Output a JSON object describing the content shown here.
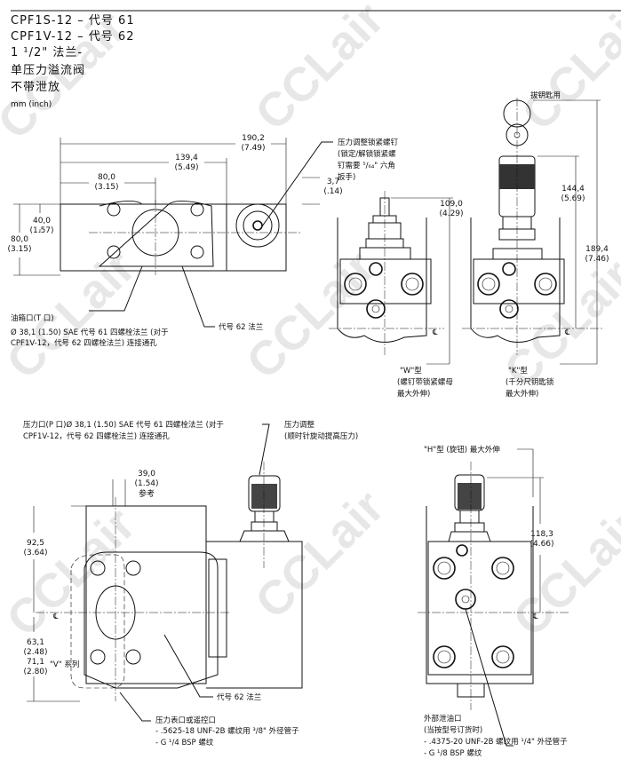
{
  "title": {
    "line1": "CPF1S-12 –  代号  61",
    "line2": "CPF1V-12 –  代号  62",
    "line3": "1 ¹/2\" 法兰-",
    "line4": "单压力溢流阀",
    "line5": "不带泄放",
    "units": "mm (inch)"
  },
  "watermark": "CCLair",
  "top_view": {
    "dim_190": "190,2",
    "dim_190_in": "(7.49)",
    "dim_139": "139,4",
    "dim_139_in": "(5.49)",
    "dim_80w": "80,0",
    "dim_80w_in": "(3.15)",
    "dim_40": "40,0",
    "dim_40_in": "(1.57)",
    "dim_80h": "80,0",
    "dim_80h_in": "(3.15)",
    "dim_3_7": "3,7",
    "dim_3_7_in": "(.14)",
    "tank_port_1": "油箱口(T 口)",
    "tank_port_2": "Ø 38,1 (1.50) SAE 代号 61 四螺栓法兰 (对于",
    "tank_port_3": "CPF1V-12，代号 62 四螺栓法兰) 连接通孔",
    "flange62": "代号 62 法兰",
    "lock_screw_1": "压力调整锁紧螺钉",
    "lock_screw_2": "(锁定/解锁锁紧螺",
    "lock_screw_3": "钉需要 ⁵/₆₄\" 六角",
    "lock_screw_4": "扳手)"
  },
  "w_view": {
    "dim": "109,0",
    "dim_in": "(4.29)",
    "label1": "\"W\"型",
    "label2": "(螺钉带锁紧螺母",
    "label3": "最大外伸)"
  },
  "k_view": {
    "key_label": "拔钥匙用",
    "dim_a": "144,4",
    "dim_a_in": "(5.69)",
    "dim_b": "189,4",
    "dim_b_in": "(7.46)",
    "label1": "\"K\"型",
    "label2": "(千分尺钥匙锁",
    "label3": "最大外伸)"
  },
  "side_view": {
    "pressure_port_1": "压力口(P 口)Ø 38,1 (1.50) SAE 代号 61 四螺栓法兰 (对于",
    "pressure_port_2": "CPF1V-12，代号 62 四螺栓法兰) 连接通孔",
    "adjust_1": "压力调整",
    "adjust_2": "(顺时针旋动提高压力)",
    "dim_39": "39,0",
    "dim_39_in": "(1.54)",
    "dim_39_ref": "参考",
    "dim_92": "92,5",
    "dim_92_in": "(3.64)",
    "dim_63": "63,1",
    "dim_63_in": "(2.48)",
    "dim_71": "71,1",
    "dim_71_note": "\"V\" 系列",
    "dim_71_in": "(2.80)",
    "flange62": "代号 62 法兰",
    "gauge_1": "压力表口或遥控口",
    "gauge_2": "- .5625-18 UNF-2B 螺纹用 ³/8\" 外径管子",
    "gauge_3": "- G ¹/4 BSP 螺纹"
  },
  "h_view": {
    "label": "\"H\"型 (旋钮) 最大外伸",
    "dim": "118,3",
    "dim_in": "(4.66)",
    "drain_1": "外部泄油口",
    "drain_2": "(当按型号订货时)",
    "drain_3": "- .4375-20 UNF-2B 螺纹用 ¹/4\" 外径管子",
    "drain_4": "- G ¹/8 BSP 螺纹"
  },
  "centerline_symbol": "℄"
}
